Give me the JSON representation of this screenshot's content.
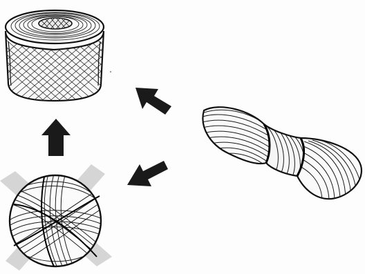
{
  "illustration": {
    "colors": {
      "ink": "#111111",
      "paper": "#fdfdfd",
      "shadow_band": "#cfcfcf",
      "arrow": "#1a1a1a"
    },
    "items": [
      {
        "name": "yarn-cone",
        "icon": "cone-icon"
      },
      {
        "name": "yarn-skein",
        "icon": "skein-icon"
      },
      {
        "name": "yarn-ball",
        "icon": "ball-icon"
      }
    ],
    "arrows": [
      {
        "from": "yarn-skein",
        "to": "yarn-cone"
      },
      {
        "from": "yarn-skein",
        "to": "yarn-ball"
      },
      {
        "from": "yarn-ball",
        "to": "yarn-cone"
      }
    ]
  }
}
